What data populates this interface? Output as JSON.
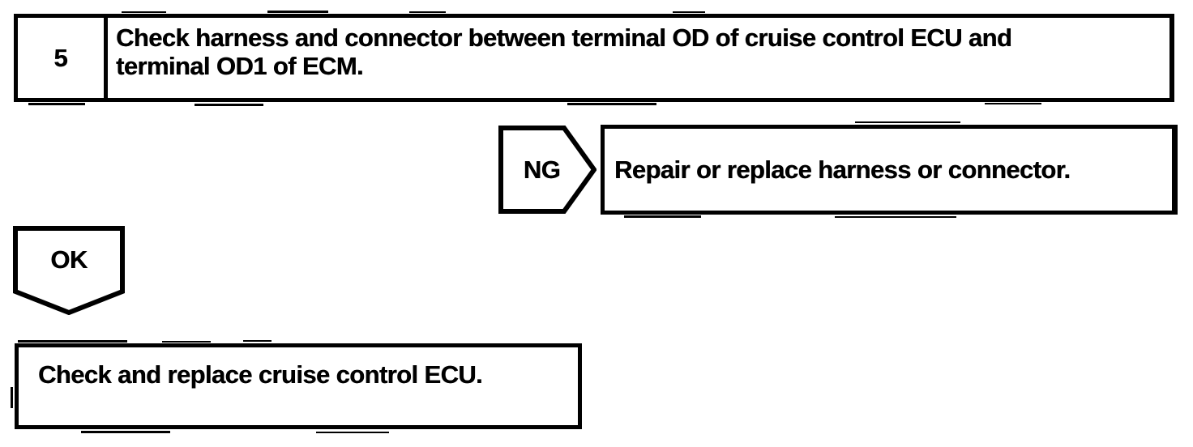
{
  "page": {
    "background": "#ffffff",
    "ink": "#000000"
  },
  "flowchart": {
    "step_box": {
      "number": "5",
      "instruction_lines": [
        "Check harness and connector between terminal OD of cruise control ECU and",
        "terminal OD1 of ECM."
      ]
    },
    "ng_branch": {
      "label": "NG",
      "action": "Repair or replace harness or connector."
    },
    "ok_branch": {
      "label": "OK",
      "action": "Check and replace cruise control ECU."
    }
  }
}
